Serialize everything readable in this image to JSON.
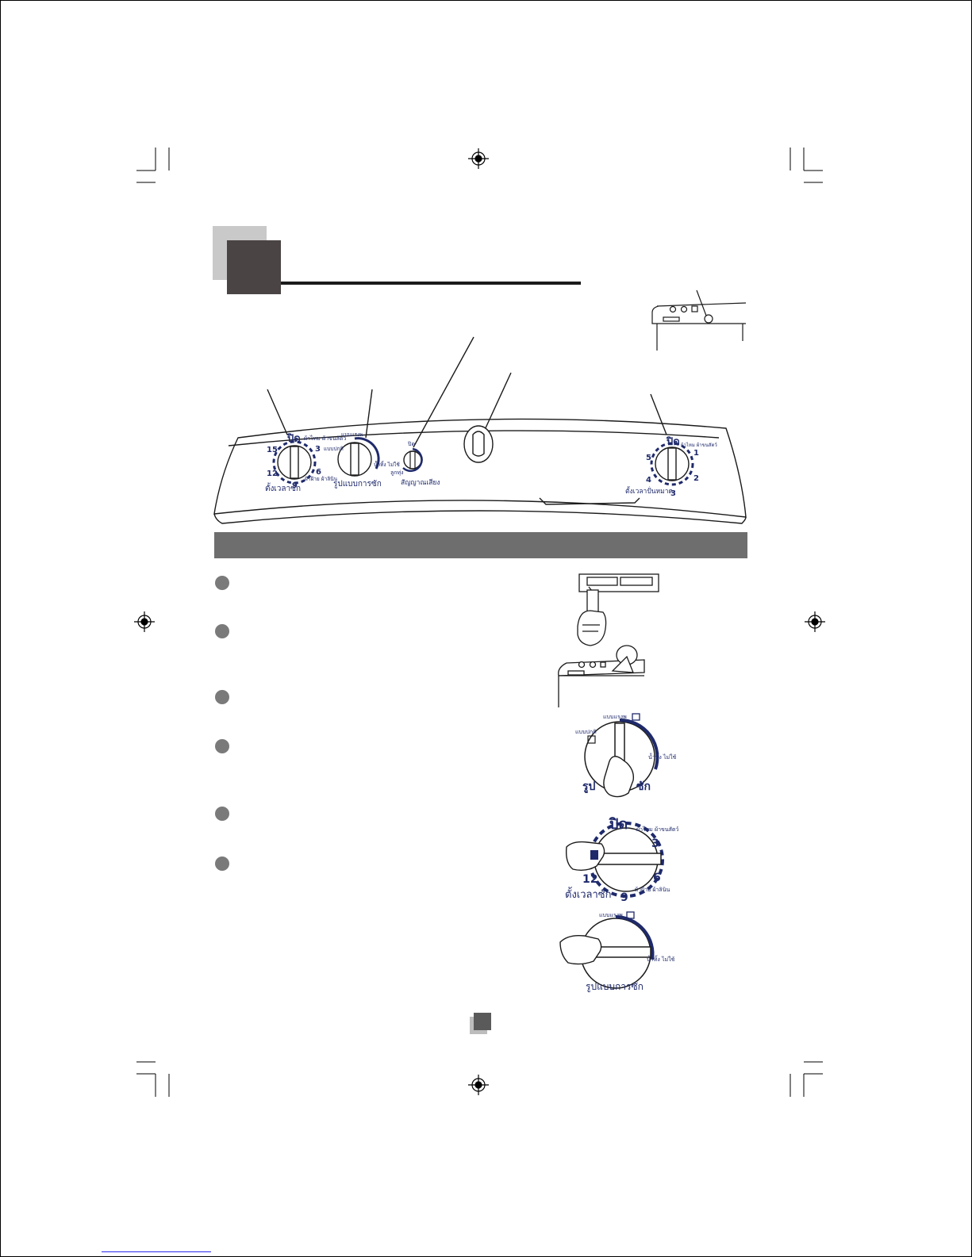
{
  "panel": {
    "wash_timer": {
      "label": "ตั้งเวลาซัก",
      "off_label": "ปิด",
      "marks": [
        "15",
        "3",
        "6",
        "9",
        "12"
      ],
      "fabric_upper": "ผ้าไหม ผ้าขนสัตว์",
      "fabric_lower": "ผ้าฝ้าย ผ้าลินิน"
    },
    "wash_mode": {
      "label": "รูปแบบการซัก",
      "option_top": "แบบแรงพ",
      "option_left": "แบบปกติ",
      "option_right": "น้ำทิ้ง ไม่ใช้"
    },
    "buzzer": {
      "label": "สัญญาณเสียง",
      "off_label": "ปิด",
      "on_label": "ลูกทุ่ง"
    },
    "spin_timer": {
      "label": "ตั้งเวลาปั่นหมาด",
      "off_label": "ปิด",
      "marks": [
        "5",
        "1",
        "2",
        "3",
        "4"
      ],
      "fabric_label": "ผ้าไหม ผ้าขนสัตว์"
    }
  },
  "steps": [
    {
      "id": "step-1"
    },
    {
      "id": "step-2"
    },
    {
      "id": "step-3"
    },
    {
      "id": "step-4"
    },
    {
      "id": "step-5"
    },
    {
      "id": "step-6"
    }
  ],
  "illustrations": {
    "mode_dial_label": "รูปแบบการซัก",
    "mode_dial_label_partial_left": "รูป",
    "mode_dial_label_partial_right": "ซัก",
    "mode_dial_top": "แบบแรงพ",
    "mode_dial_left": "แบบปกติ",
    "mode_dial_right": "น้ำทิ้ง ไม่ใช้",
    "timer_dial_label": "ตั้งเวลาซัก",
    "timer_off": "ปิด",
    "timer_fabric_upper": "ผ้าไหม ผ้าขนสัตว์",
    "timer_fabric_lower": "ผ้าฝ้าย ผ้าลินิน",
    "timer_marks": [
      "3",
      "6",
      "9",
      "12"
    ]
  },
  "colors": {
    "dial_accent": "#1f2a6b",
    "section_bar": "#6e6e6e",
    "title_block_dark": "#4a4444",
    "title_block_light": "#c9c9c9"
  }
}
